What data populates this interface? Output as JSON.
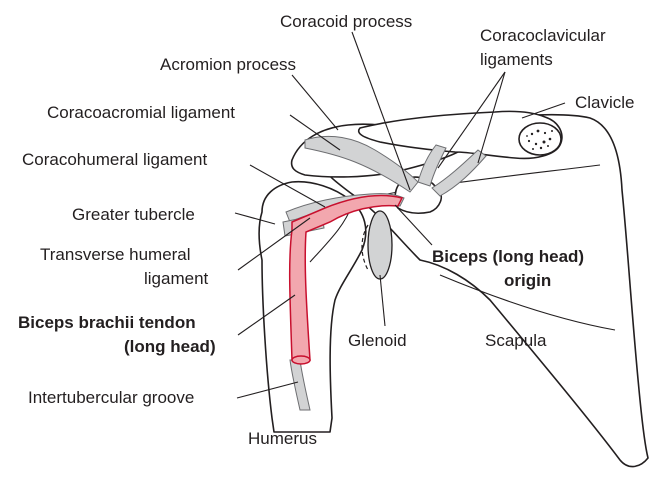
{
  "labels": {
    "coracoid_process": "Coracoid process",
    "acromion_process": "Acromion process",
    "coracoclavicular_line1": "Coracoclavicular",
    "coracoclavicular_line2": "ligaments",
    "clavicle": "Clavicle",
    "coracoacromial_ligament": "Coracoacromial ligament",
    "coracohumeral_ligament": "Coracohumeral ligament",
    "greater_tubercle": "Greater tubercle",
    "transverse_humeral_line1": "Transverse humeral",
    "transverse_humeral_line2": "ligament",
    "biceps_origin_line1": "Biceps (long head)",
    "biceps_origin_line2": "origin",
    "biceps_tendon_line1": "Biceps brachii tendon",
    "biceps_tendon_line2": "(long head)",
    "glenoid": "Glenoid",
    "scapula": "Scapula",
    "intertubercular_groove": "Intertubercular groove",
    "humerus": "Humerus"
  },
  "colors": {
    "tendon_fill": "#f2a7ae",
    "tendon_stroke": "#c8102e",
    "ligament": "#d2d3d4",
    "outline": "#231f20"
  }
}
